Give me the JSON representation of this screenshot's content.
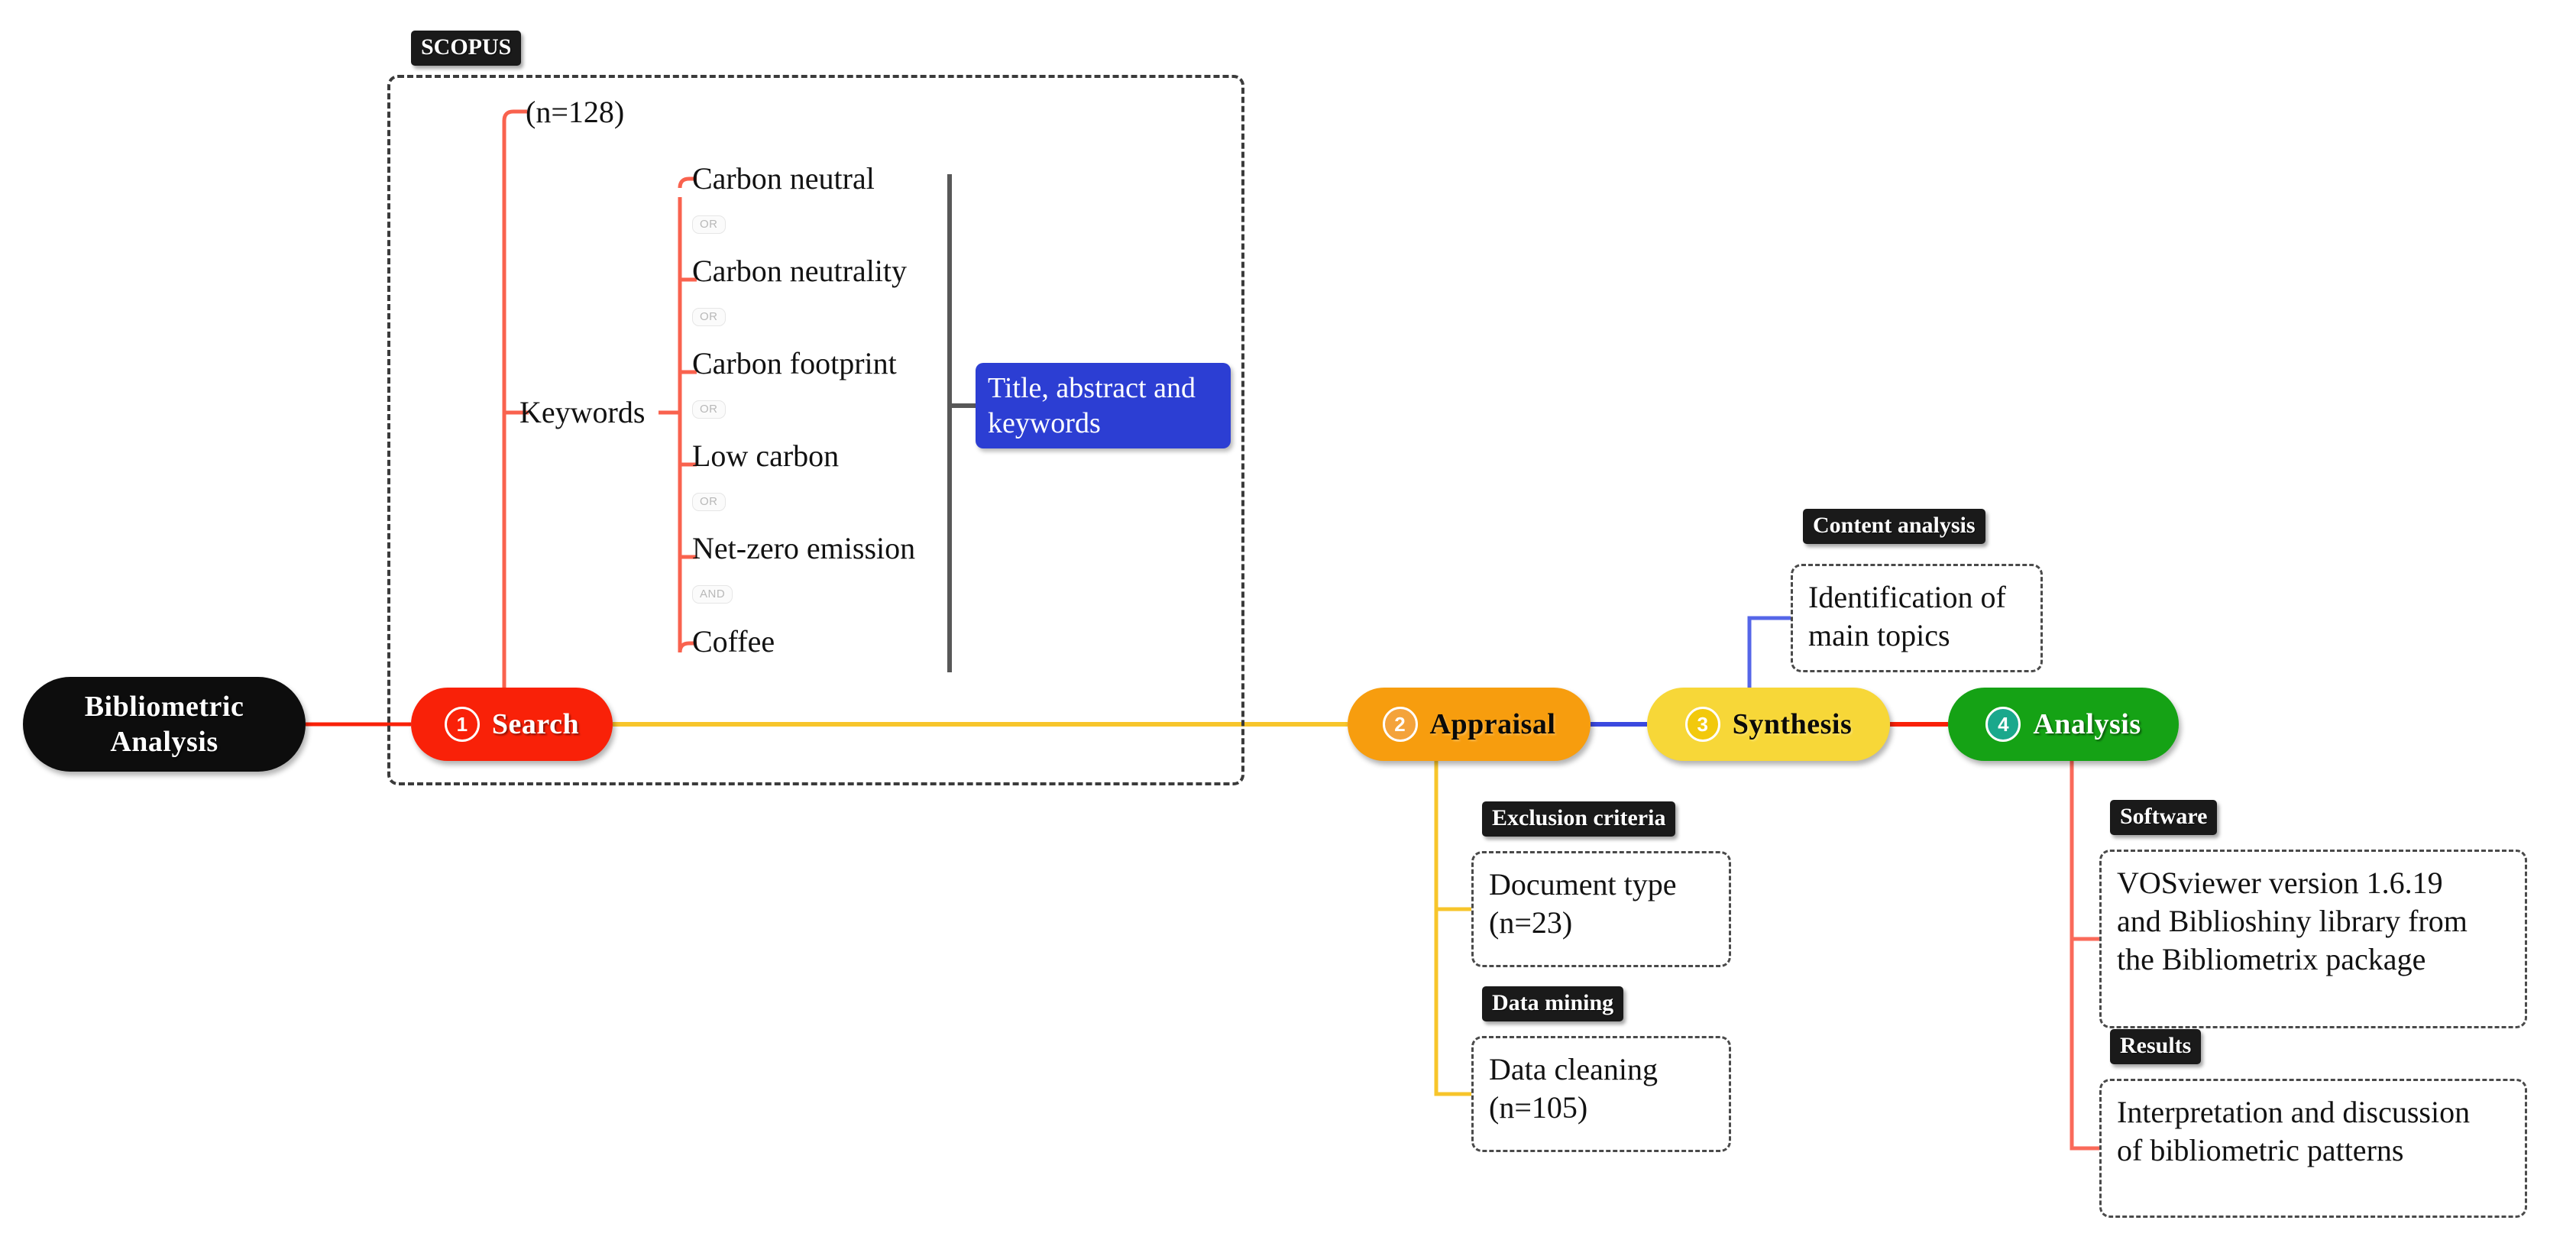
{
  "diagram": {
    "title": "Bibliometric Analysis methodology flow",
    "root": {
      "line1": "Bibliometric",
      "line2": "Analysis"
    },
    "steps": [
      {
        "number": "1",
        "label": "Search",
        "color": "#f92108"
      },
      {
        "number": "2",
        "label": "Appraisal",
        "color": "#f79d0e"
      },
      {
        "number": "3",
        "label": "Synthesis",
        "color": "#f7d738"
      },
      {
        "number": "4",
        "label": "Analysis",
        "color": "#15a215"
      }
    ],
    "search_branch": {
      "container_tag": "SCOPUS",
      "count": "(n=128)",
      "keywords_label": "Keywords",
      "keywords": [
        {
          "term": "Carbon neutral",
          "operator_after": "OR"
        },
        {
          "term": "Carbon neutrality",
          "operator_after": "OR"
        },
        {
          "term": "Carbon footprint",
          "operator_after": "OR"
        },
        {
          "term": "Low carbon",
          "operator_after": "OR"
        },
        {
          "term": "Net-zero emission",
          "operator_after": "AND"
        },
        {
          "term": "Coffee",
          "operator_after": ""
        }
      ],
      "field_scope": {
        "text": "Title, abstract and keywords",
        "color": "#2c3ed3"
      }
    },
    "appraisal_branch": [
      {
        "tag": "Exclusion criteria",
        "line1": "Document type",
        "line2": "(n=23)"
      },
      {
        "tag": "Data mining",
        "line1": "Data cleaning",
        "line2": "(n=105)"
      }
    ],
    "synthesis_branch": [
      {
        "tag": "Content analysis",
        "line1": "Identification of",
        "line2": "main topics"
      }
    ],
    "analysis_branch": [
      {
        "tag": "Software",
        "line1": "VOSviewer version 1.6.19",
        "line2": "and Biblioshiny library from",
        "line3": "the Bibliometrix package"
      },
      {
        "tag": "Results",
        "line1": "Interpretation and discussion",
        "line2": "of bibliometric patterns",
        "line3": ""
      }
    ],
    "connector_colors": {
      "root_to_search": "#f92108",
      "search_branch": "#f9624e",
      "search_to_appraisal": "#f7c52b",
      "appraisal_children": "#f7c52b",
      "appraisal_to_synthesis": "#3b49df",
      "synthesis_children": "#5566e8",
      "synthesis_to_analysis": "#f92108",
      "analysis_children": "#fa6a5a",
      "keyword_scope_bar": "#585858"
    }
  }
}
